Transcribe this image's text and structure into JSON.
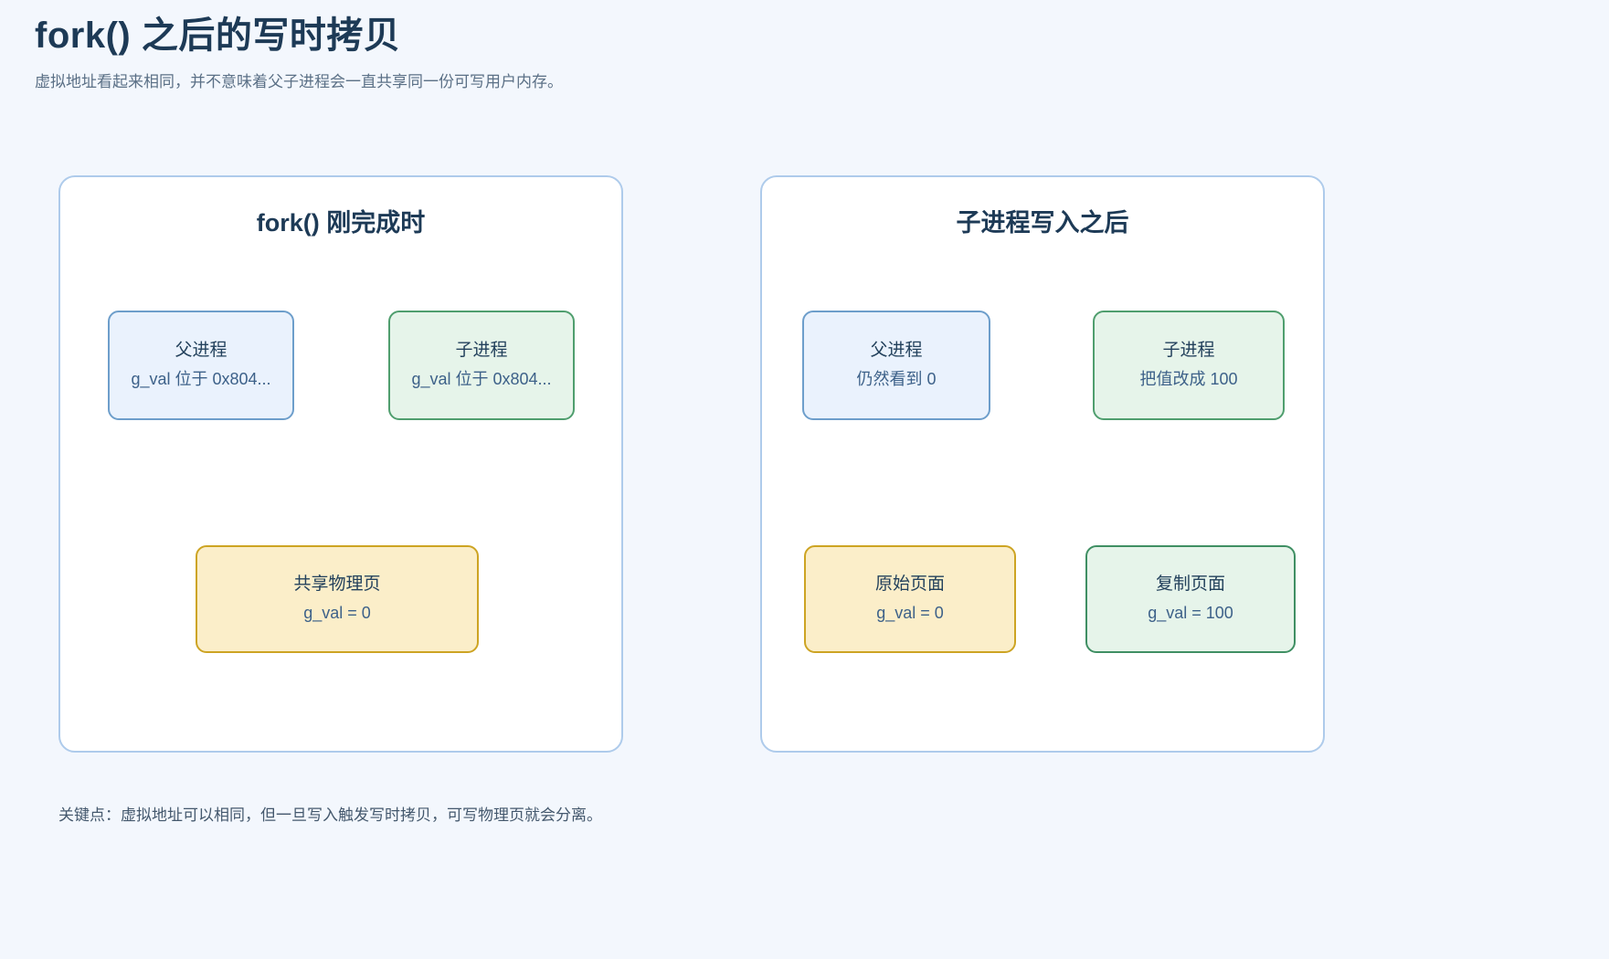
{
  "header": {
    "title": "fork() 之后的写时拷贝",
    "subtitle": "虚拟地址看起来相同，并不意味着父子进程会一直共享同一份可写用户内存。"
  },
  "colors": {
    "page_background": "#f3f7fd",
    "panel_background": "#ffffff",
    "panel_border": "#aecbeb",
    "title_text": "#1d3a56",
    "subtitle_text": "#5b7086",
    "node_blue_fill": "#eaf2fd",
    "node_blue_border": "#6d9ecb",
    "node_green_fill": "#e6f4ea",
    "node_green_border": "#4f9e6e",
    "node_yellow_fill": "#fbeec9",
    "node_yellow_border": "#cda423",
    "arrow": "#4a86b8"
  },
  "panels": [
    {
      "id": "before-write",
      "title": "fork() 刚完成时",
      "nodes": [
        {
          "id": "parent-process",
          "title": "父进程",
          "sub": "g_val 位于 0x804..."
        },
        {
          "id": "child-process",
          "title": "子进程",
          "sub": "g_val 位于 0x804..."
        },
        {
          "id": "shared-page",
          "title": "共享物理页",
          "sub": "g_val = 0"
        }
      ]
    },
    {
      "id": "after-write",
      "title": "子进程写入之后",
      "nodes": [
        {
          "id": "parent-process",
          "title": "父进程",
          "sub": "仍然看到 0"
        },
        {
          "id": "child-process",
          "title": "子进程",
          "sub": "把值改成 100"
        },
        {
          "id": "original-page",
          "title": "原始页面",
          "sub": "g_val = 0"
        },
        {
          "id": "copied-page",
          "title": "复制页面",
          "sub": "g_val = 100"
        }
      ]
    }
  ],
  "footer": {
    "note": "关键点：虚拟地址可以相同，但一旦写入触发写时拷贝，可写物理页就会分离。"
  }
}
